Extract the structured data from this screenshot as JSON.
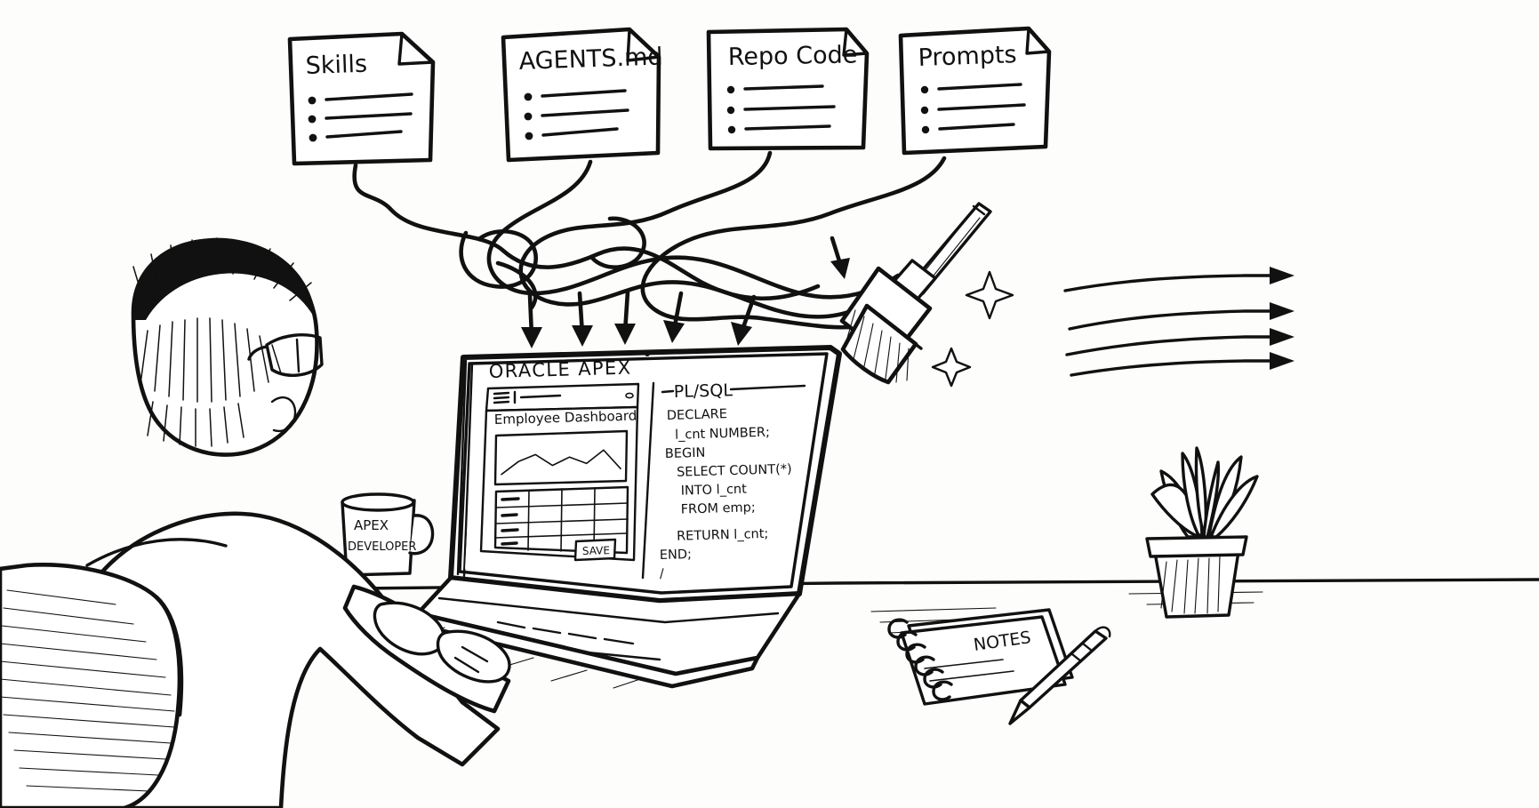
{
  "scene": {
    "title": "Oracle APEX developer with AI context sources swept into clean output",
    "style": "hand-drawn black ink sketch on white"
  },
  "source_cards": [
    {
      "title": "Skills",
      "bullet_count": 3,
      "icon": "document-icon"
    },
    {
      "title": "AGENTS.md",
      "bullet_count": 3,
      "icon": "document-icon"
    },
    {
      "title": "Repo Code",
      "bullet_count": 3,
      "icon": "document-icon"
    },
    {
      "title": "Prompts",
      "bullet_count": 3,
      "icon": "document-icon"
    }
  ],
  "laptop": {
    "screen": {
      "app_title": "ORACLE APEX",
      "browser_bar": {
        "menu_icon": "hamburger-menu-icon",
        "dot_icon": "window-dot-icon"
      },
      "page_heading": "Employee Dashboard",
      "chart": {
        "type": "line",
        "values": [
          12,
          52,
          74,
          40,
          66,
          46,
          88,
          30
        ],
        "x": [
          0,
          1,
          2,
          3,
          4,
          5,
          6,
          7
        ],
        "ylim": [
          0,
          100
        ],
        "grid": false,
        "title": "",
        "xlabel": "",
        "ylabel": ""
      },
      "table": {
        "rows": 4,
        "columns": 4,
        "first_column_marker": "dash"
      },
      "save_button": "SAVE"
    },
    "code_panel": {
      "label": "PL/SQL",
      "lines": [
        "DECLARE",
        "  l_cnt NUMBER;",
        "BEGIN",
        "  SELECT COUNT(*)",
        "   INTO l_cnt",
        "   FROM emp;",
        "",
        "  RETURN l_cnt;",
        "END;",
        "/"
      ]
    }
  },
  "desk": {
    "mug": {
      "line1": "APEX",
      "line2": "DEVELOPER"
    },
    "notepad": {
      "label": "NOTES",
      "ruled_lines": 3
    },
    "pen": "ballpoint-pen",
    "plant": "potted-plant"
  },
  "broom": {
    "icon": "broom-icon",
    "sparkle_count": 2,
    "clean_arrow_count": 4
  },
  "person": {
    "description": "developer seen from behind",
    "glasses": true,
    "hoodie": true,
    "chair": true
  },
  "colors": {
    "ink": "#111111",
    "paper": "#fdfdfc",
    "screen": "#ffffff"
  }
}
